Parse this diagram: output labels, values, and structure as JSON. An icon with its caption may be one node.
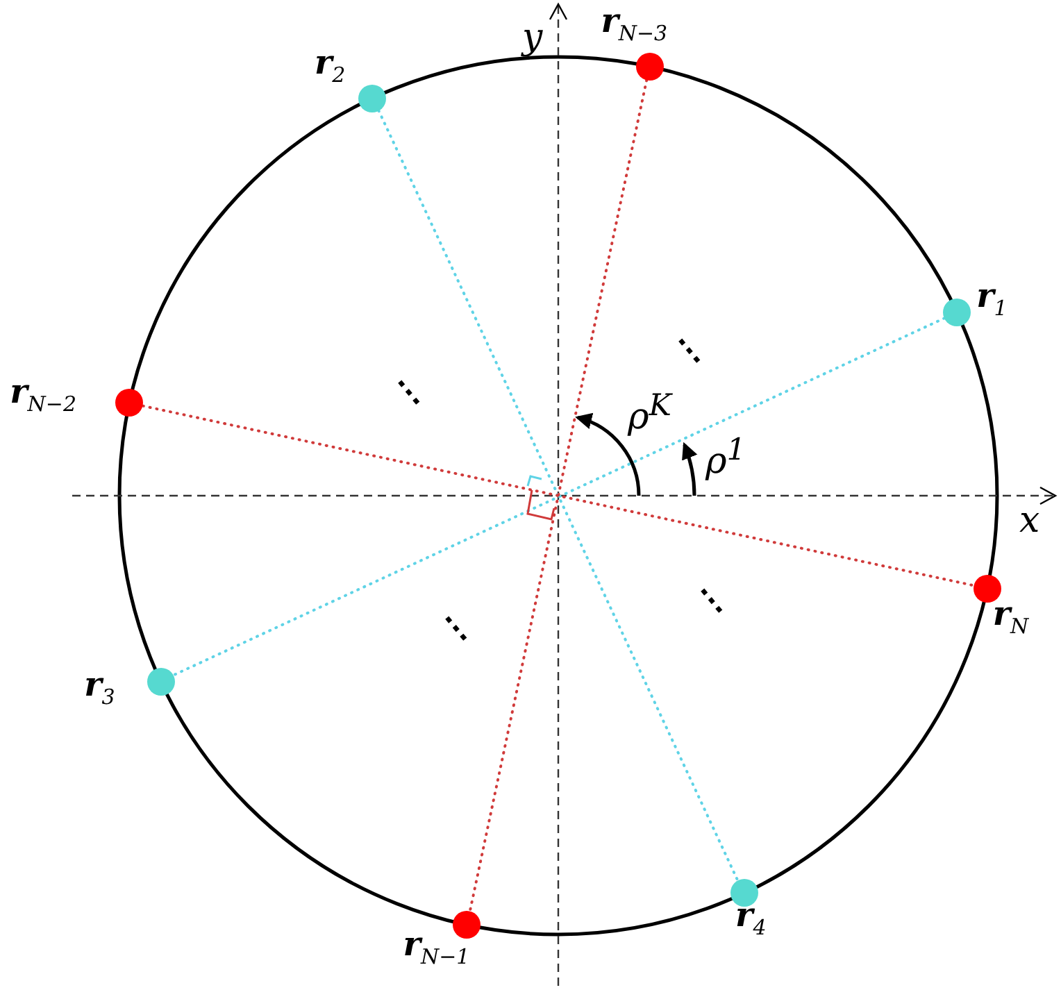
{
  "diagram": {
    "nodes": [
      {
        "text": [],
        "shape": "circle",
        "beside": [
          "**r**$_{N−3}$"
        ]
      },
      {
        "text": [],
        "shape": "circle",
        "beside": [
          "**r**$_{2}$"
        ]
      },
      {
        "text": [],
        "shape": "circle",
        "beside": [
          "**r**$_{1}$"
        ]
      },
      {
        "text": [],
        "shape": "circle",
        "beside": [
          "**r**$_{N−2}$"
        ]
      },
      {
        "text": [],
        "shape": "circle",
        "beside": [
          "**r**$_{N}$"
        ]
      },
      {
        "text": [],
        "shape": "circle",
        "beside": [
          "**r**$_{3}$"
        ]
      },
      {
        "text": [],
        "shape": "circle",
        "beside": [
          "**r**$_{4}$"
        ]
      },
      {
        "text": [],
        "shape": "circle",
        "beside": [
          "**r**$_{N−1}$"
        ]
      }
    ],
    "edges": [
      {
        "from": 2,
        "to": 5,
        "arrow": "none",
        "style": "dashed",
        "color": "#5fd3e6"
      },
      {
        "from": 1,
        "to": 6,
        "arrow": "none",
        "style": "dashed",
        "color": "#5fd3e6"
      },
      {
        "from": 0,
        "to": 7,
        "arrow": "none",
        "style": "dashed",
        "color": "#d03a3a"
      },
      {
        "from": 3,
        "to": 4,
        "arrow": "none",
        "style": "dashed",
        "color": "#d03a3a"
      }
    ],
    "labels": [
      "y",
      "⋮",
      "⋮",
      "ρ$^{K}$",
      "ρ$^{1}$",
      "x",
      "⋮",
      "⋮"
    ]
  }
}
